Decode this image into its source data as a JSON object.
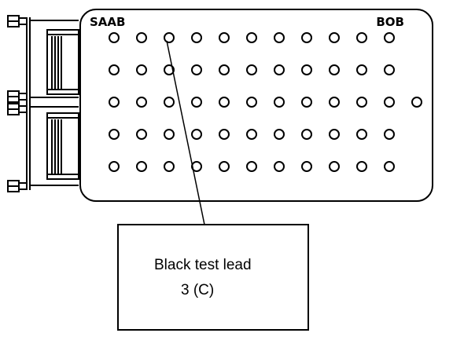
{
  "board": {
    "brand_label": "SAAB",
    "name_label": "BOB",
    "pin_rows": [
      {
        "row": 1,
        "pin_count": 11
      },
      {
        "row": 2,
        "pin_count": 11
      },
      {
        "row": 3,
        "pin_count": 12
      },
      {
        "row": 4,
        "pin_count": 11
      },
      {
        "row": 5,
        "pin_count": 11
      }
    ],
    "highlighted_pin": {
      "row": 1,
      "index": 3
    }
  },
  "callout": {
    "line1": "Black test lead",
    "line2": "3 (C)"
  },
  "colors": {
    "ink": "#000000",
    "background": "#ffffff"
  }
}
